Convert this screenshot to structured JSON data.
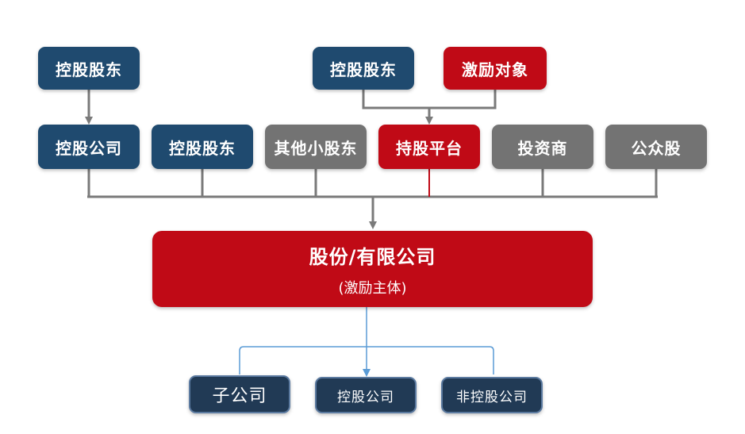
{
  "colors": {
    "navy": "#1f4a6f",
    "red": "#c00a16",
    "gray": "#737373",
    "dark_navy": "#213a55",
    "gray_line": "#7a7a7a",
    "blue_line": "#5a9bd5"
  },
  "top_row": {
    "left_shareholder": "控股股东",
    "center_shareholder": "控股股东",
    "incentive_target": "激励对象"
  },
  "middle_row": {
    "holding_company": "控股公司",
    "controlling_shareholder": "控股股东",
    "minor_shareholders": "其他小股东",
    "holding_platform": "持股平台",
    "investor": "投资商",
    "public_shares": "公众股"
  },
  "main_entity": {
    "title": "股份/有限公司",
    "subtitle": "(激励主体)"
  },
  "bottom_row": {
    "subsidiary": "子公司",
    "controlled_company": "控股公司",
    "non_controlled_company": "非控股公司"
  }
}
